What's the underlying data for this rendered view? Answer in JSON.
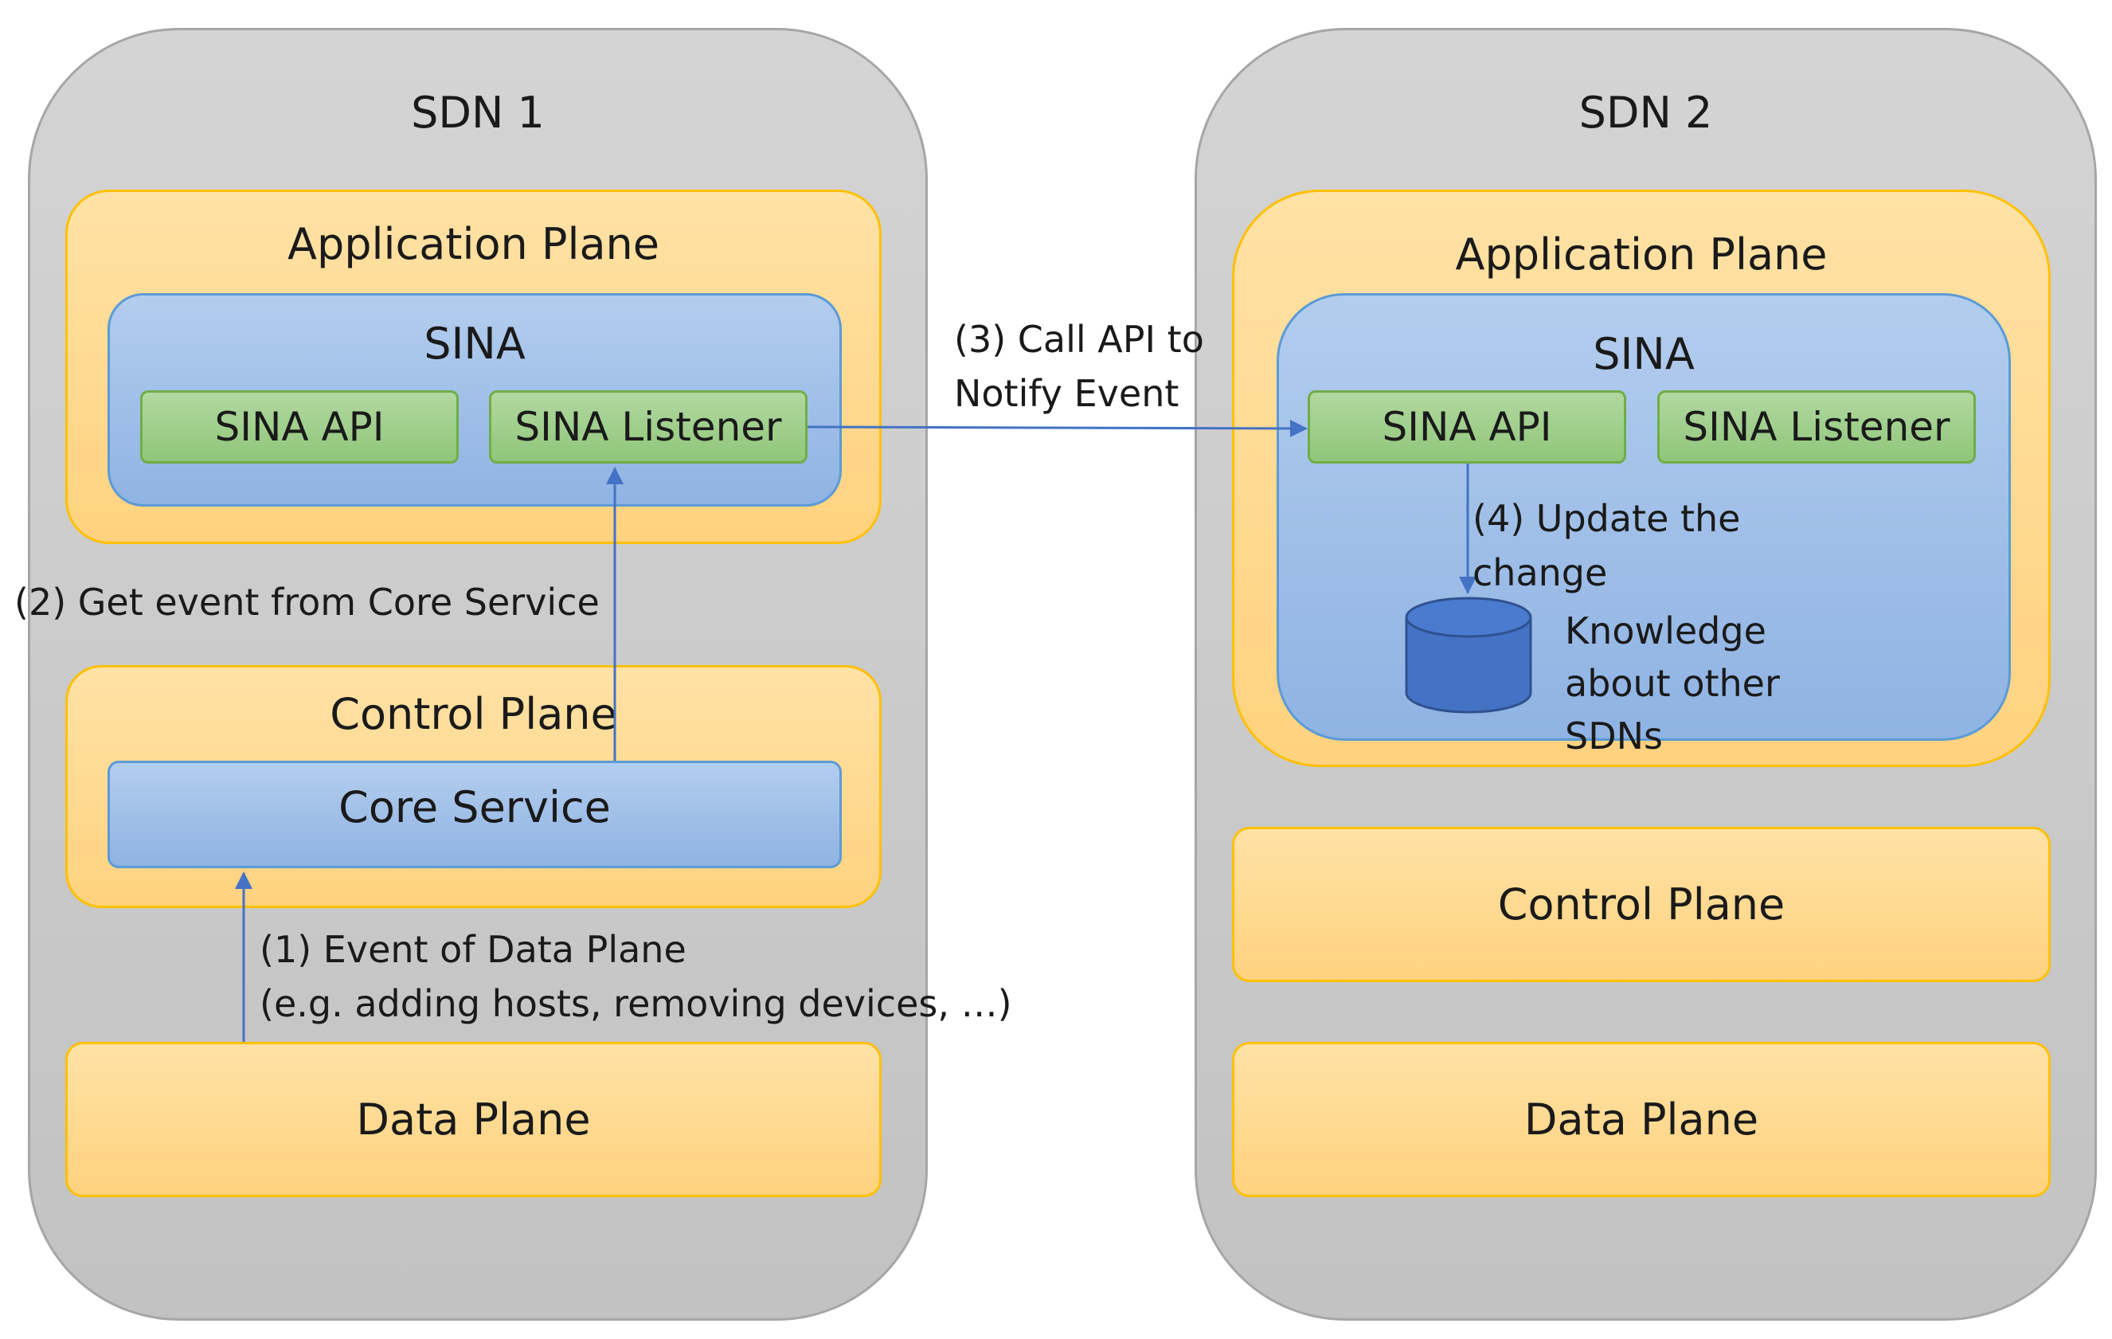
{
  "sdn1": {
    "title": "SDN 1",
    "app_plane": {
      "label": "Application Plane"
    },
    "sina": {
      "label": "SINA",
      "api": "SINA API",
      "listener": "SINA Listener"
    },
    "control_plane": {
      "label": "Control Plane",
      "core": "Core Service"
    },
    "data_plane": {
      "label": "Data Plane"
    }
  },
  "sdn2": {
    "title": "SDN 2",
    "app_plane": {
      "label": "Application Plane"
    },
    "sina": {
      "label": "SINA",
      "api": "SINA API",
      "listener": "SINA Listener"
    },
    "knowledge": {
      "line1": "Knowledge",
      "line2": "about other",
      "line3": "SDNs"
    },
    "control_plane": {
      "label": "Control Plane"
    },
    "data_plane": {
      "label": "Data Plane"
    }
  },
  "steps": {
    "step1_line1": "(1) Event of Data Plane",
    "step1_line2": "(e.g. adding hosts, removing devices, …)",
    "step2": "(2) Get event from Core Service",
    "step3_line1": "(3) Call API to",
    "step3_line2": "Notify Event",
    "step4_line1": "(4) Update the",
    "step4_line2": "change"
  },
  "colors": {
    "sdn_fill": "#c8c8c8",
    "plane_fill": "#ffd27f",
    "plane_border": "#ffc000",
    "sina_fill": "#9dbce6",
    "sina_border": "#5b9bd5",
    "component_fill": "#9ccd87",
    "component_border": "#70ad47",
    "arrow": "#4472c4",
    "database": "#4472c4"
  },
  "icons": {
    "database": "database-icon"
  }
}
